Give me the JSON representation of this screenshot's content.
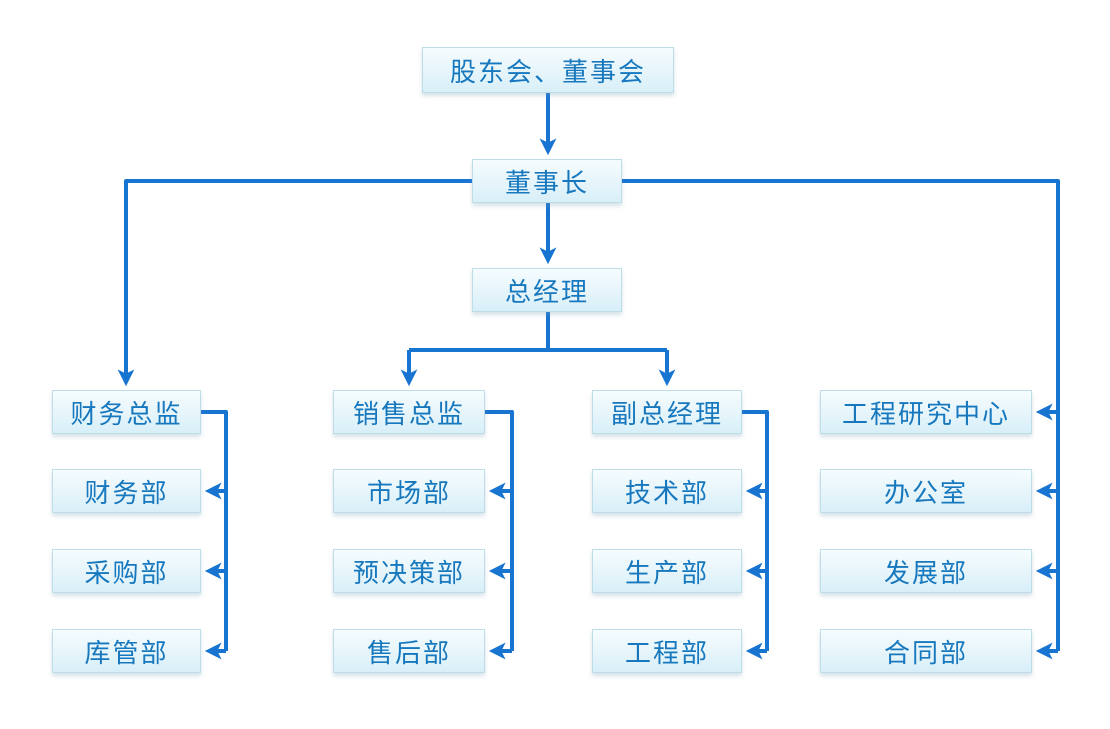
{
  "org": {
    "root": "股东会、董事会",
    "chairman": "董事长",
    "general_manager": "总经理",
    "columns": [
      {
        "head": "财务总监",
        "depts": [
          "财务部",
          "采购部",
          "库管部"
        ]
      },
      {
        "head": "销售总监",
        "depts": [
          "市场部",
          "预决策部",
          "售后部"
        ]
      },
      {
        "head": "副总经理",
        "depts": [
          "技术部",
          "生产部",
          "工程部"
        ]
      },
      {
        "head": "工程研究中心",
        "depts": [
          "办公室",
          "发展部",
          "合同部"
        ]
      }
    ]
  },
  "colors": {
    "line": "#1874D1",
    "text": "#1778BE",
    "box_fill_top": "#F6FCFE",
    "box_fill_bottom": "#D8EFF8",
    "box_border": "#BFDDE9"
  }
}
